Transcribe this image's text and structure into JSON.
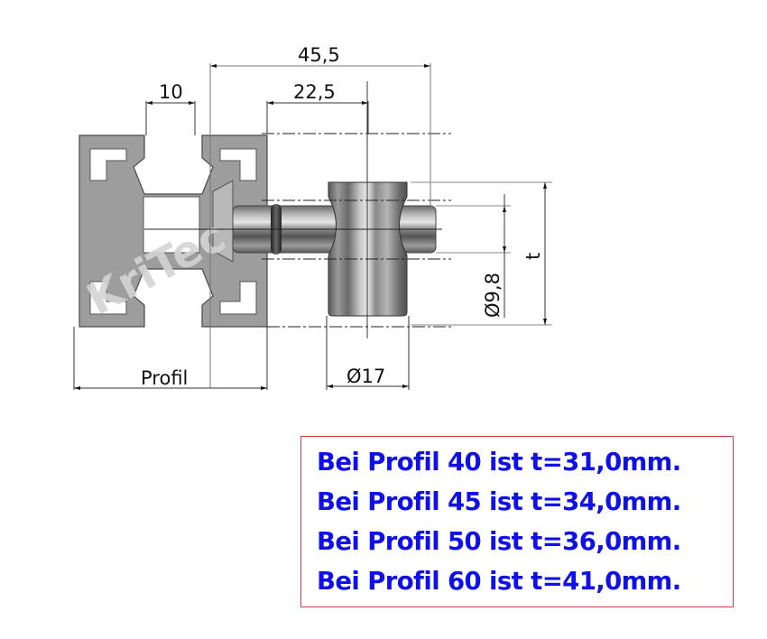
{
  "drawing": {
    "dimensions": {
      "overall_length": "45,5",
      "shaft_length": "22,5",
      "slot_width": "10",
      "profile_width": "Profil",
      "outer_diameter": "Ø17",
      "bore_diameter": "Ø9,8",
      "height_variable": "t"
    },
    "watermark": "KriTec",
    "colors": {
      "profile_gray": "#9a9a9a",
      "dimension_line": "#111111",
      "note_text": "#1010e8",
      "note_border": "#d04040"
    }
  },
  "note": {
    "lines": [
      "Bei Profil 40 ist t=31,0mm.",
      "Bei Profil 45 ist t=34,0mm.",
      "Bei Profil 50 ist t=36,0mm.",
      "Bei Profil 60 ist t=41,0mm."
    ]
  }
}
